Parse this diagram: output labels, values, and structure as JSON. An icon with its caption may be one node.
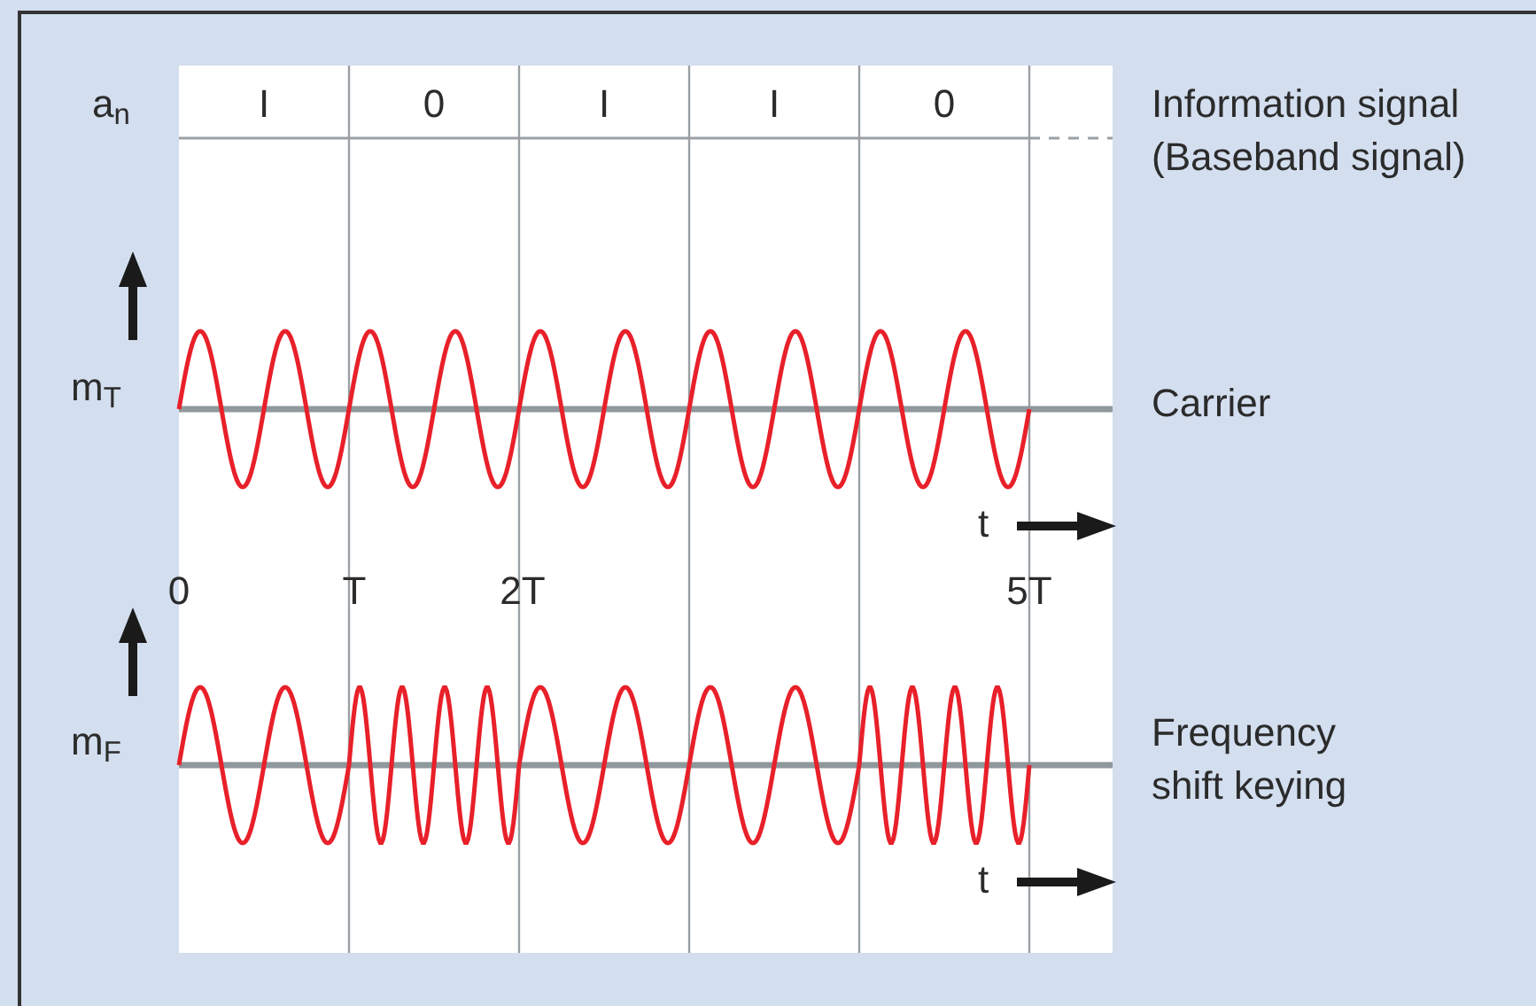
{
  "diagram": {
    "labels": [
      "a$_{n}$",
      "I",
      "0",
      "I",
      "I",
      "0",
      "Information signal (Baseband signal)",
      "m$_{T}$",
      "Carrier",
      "t",
      "0",
      "T",
      "2T",
      "5T",
      "m$_{F}$",
      "Frequency shift keying",
      "t"
    ]
  }
}
